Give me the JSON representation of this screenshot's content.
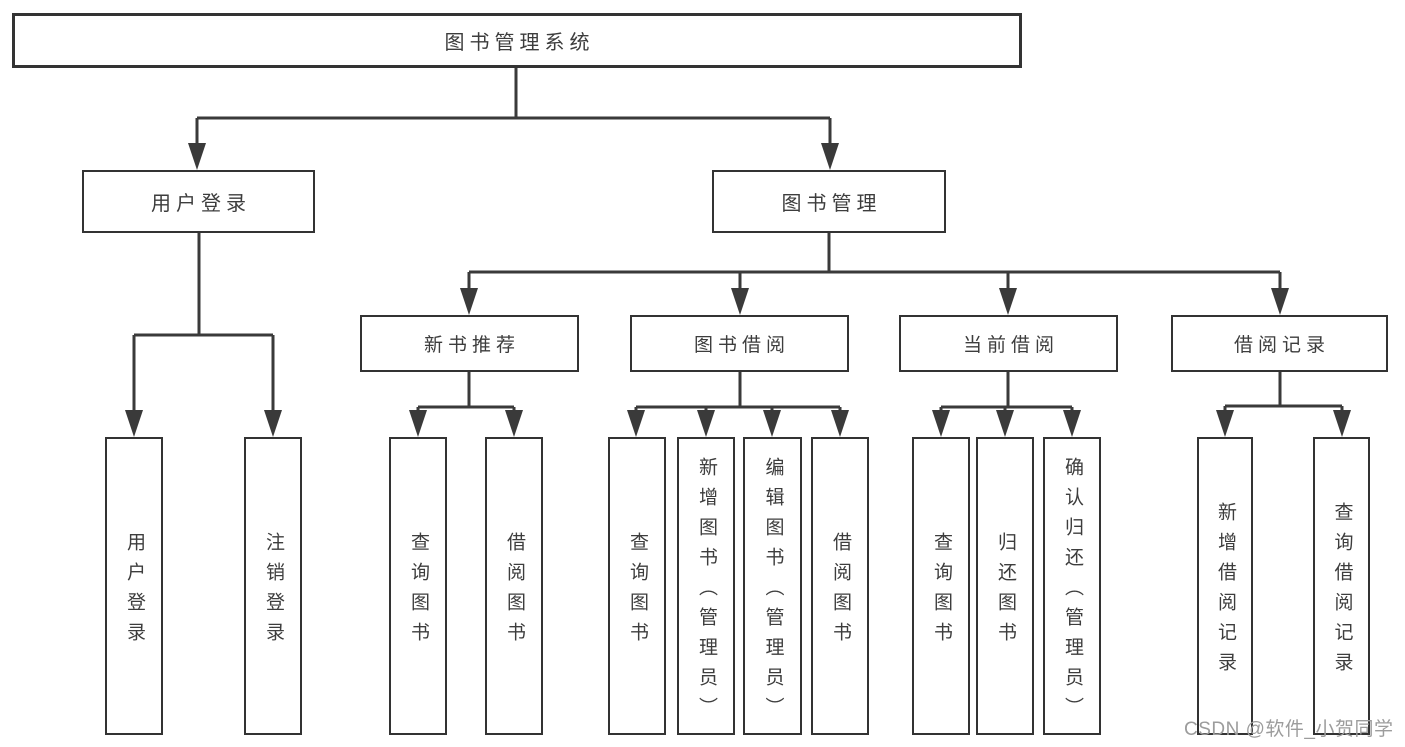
{
  "tree": {
    "label": "图书管理系统",
    "children": [
      {
        "label": "用户登录",
        "children": [
          {
            "label": "用户登录"
          },
          {
            "label": "注销登录"
          }
        ]
      },
      {
        "label": "图书管理",
        "children": [
          {
            "label": "新书推荐",
            "children": [
              {
                "label": "查询图书"
              },
              {
                "label": "借阅图书"
              }
            ]
          },
          {
            "label": "图书借阅",
            "children": [
              {
                "label": "查询图书"
              },
              {
                "label": "新增图书（管理员）"
              },
              {
                "label": "编辑图书（管理员）"
              },
              {
                "label": "借阅图书"
              }
            ]
          },
          {
            "label": "当前借阅",
            "children": [
              {
                "label": "查询图书"
              },
              {
                "label": "归还图书"
              },
              {
                "label": "确认归还（管理员）"
              }
            ]
          },
          {
            "label": "借阅记录",
            "children": [
              {
                "label": "新增借阅记录"
              },
              {
                "label": "查询借阅记录"
              }
            ]
          }
        ]
      }
    ]
  },
  "watermark": {
    "text": "CSDN @软件_小贺同学"
  },
  "colors": {
    "line": "#3a3a3a",
    "box_border": "#333333",
    "text": "#3d3d3d",
    "watermark": "#9c9c9c",
    "background": "#ffffff"
  }
}
